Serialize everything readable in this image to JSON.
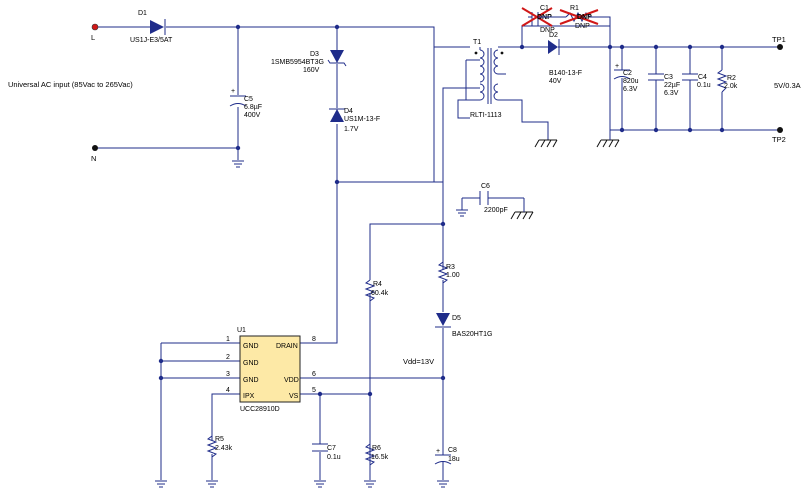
{
  "inputs": {
    "L": "L",
    "N": "N",
    "description": "Universal AC input (85Vac to 265Vac)"
  },
  "output": {
    "TP1": "TP1",
    "TP2": "TP2",
    "rating": "5V/0.3A"
  },
  "components": {
    "D1": {
      "ref": "D1",
      "value": "US1J-E3/5AT"
    },
    "C5": {
      "ref": "C5",
      "value": "6.8µF",
      "voltage": "400V"
    },
    "D3": {
      "ref": "D3",
      "value": "1SMB5954BT3G",
      "voltage": "160V"
    },
    "D4": {
      "ref": "D4",
      "value": "US1M-13-F",
      "voltage": "1.7V"
    },
    "T1": {
      "ref": "T1",
      "value": "RLTI-1113"
    },
    "C1": {
      "ref": "C1",
      "value": "DNP",
      "note": "DNP"
    },
    "R1": {
      "ref": "R1",
      "value": "DNP",
      "note": "DNP"
    },
    "D2": {
      "ref": "D2",
      "value": "B140-13-F",
      "voltage": "40V"
    },
    "C2": {
      "ref": "C2",
      "value": "820u",
      "voltage": "6.3V"
    },
    "C3": {
      "ref": "C3",
      "value": "22µF",
      "voltage": "6.3V"
    },
    "C4": {
      "ref": "C4",
      "value": "0.1u"
    },
    "R2": {
      "ref": "R2",
      "value": "2.0k"
    },
    "C6": {
      "ref": "C6",
      "value": "2200pF"
    },
    "R3": {
      "ref": "R3",
      "value": "1.00"
    },
    "D5": {
      "ref": "D5",
      "value": "BAS20HT1G"
    },
    "R4": {
      "ref": "R4",
      "value": "60.4k"
    },
    "R5": {
      "ref": "R5",
      "value": "2.43k"
    },
    "C7": {
      "ref": "C7",
      "value": "0.1u"
    },
    "R6": {
      "ref": "R6",
      "value": "16.5k"
    },
    "C8": {
      "ref": "C8",
      "value": "18u"
    }
  },
  "ic": {
    "ref": "U1",
    "part": "UCC28910D",
    "pins": [
      {
        "num": "1",
        "name": "GND"
      },
      {
        "num": "2",
        "name": "GND"
      },
      {
        "num": "3",
        "name": "GND"
      },
      {
        "num": "4",
        "name": "IPX"
      },
      {
        "num": "8",
        "name": "DRAIN"
      },
      {
        "num": "6",
        "name": "VDD"
      },
      {
        "num": "5",
        "name": "VS"
      }
    ]
  },
  "annotations": {
    "vdd": "Vdd=13V"
  },
  "colors": {
    "wire": "#1f2c8a",
    "ic_fill": "#fde9a6",
    "dnp_cross": "#d01818",
    "terminal": "#d01818"
  }
}
